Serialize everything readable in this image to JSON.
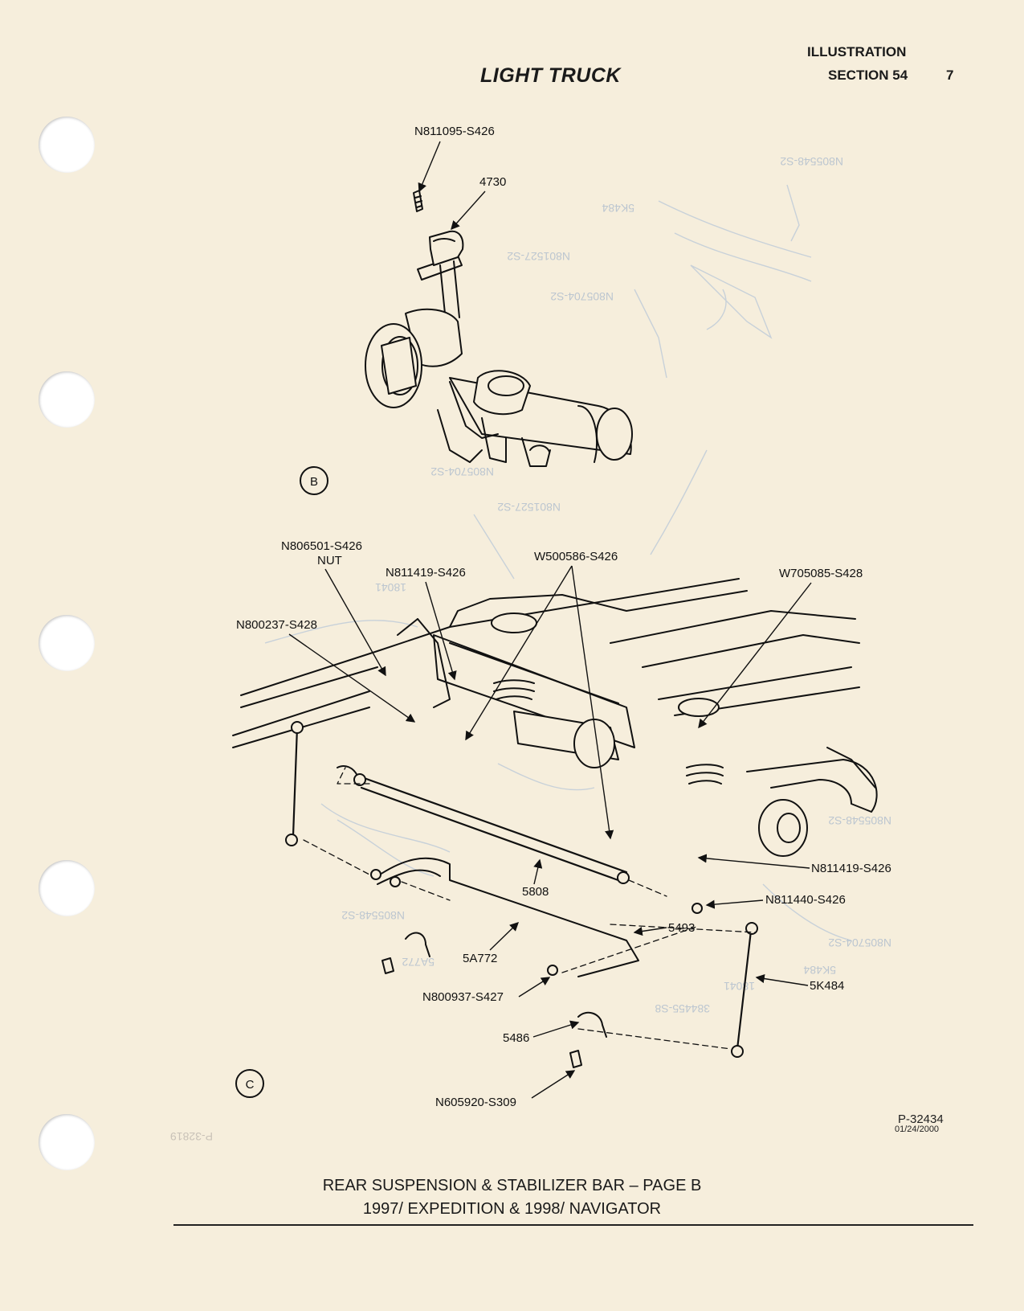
{
  "header": {
    "title": "LIGHT TRUCK",
    "illustration": "ILLUSTRATION",
    "section": "SECTION 54",
    "page_number": "7"
  },
  "views": {
    "b": "B",
    "c": "C"
  },
  "labels": {
    "n811095": "N811095-S426",
    "p4730": "4730",
    "n806501": "N806501-S426",
    "nut": "NUT",
    "n811419_top": "N811419-S426",
    "w500586": "W500586-S426",
    "w705085": "W705085-S428",
    "n800237": "N800237-S428",
    "n811419_right": "N811419-S426",
    "n811440": "N811440-S426",
    "p5808": "5808",
    "p5493": "5493",
    "p5a772": "5A772",
    "n800937": "N800937-S427",
    "p5k484": "5K484",
    "p5486": "5486",
    "n605920": "N605920-S309"
  },
  "ghost_labels": {
    "g1": "N805548-S2",
    "g2": "5K484",
    "g3": "N801527-S2",
    "g4": "N805704-S2",
    "g5": "N805704-S2",
    "g6": "N801527-S2",
    "g7": "18041",
    "g8": "N805548-S2",
    "g9": "5A772",
    "g10": "N805704-S2",
    "g11": "5K484",
    "g12": "18041",
    "g13": "N805548-S2",
    "g14": "384455-S8"
  },
  "footer": {
    "part_number": "P-32434",
    "date": "01/24/2000",
    "ghost_code": "P-32819",
    "caption_line1": "REAR SUSPENSION & STABILIZER BAR – PAGE B",
    "caption_line2": "1997/ EXPEDITION & 1998/ NAVIGATOR"
  }
}
